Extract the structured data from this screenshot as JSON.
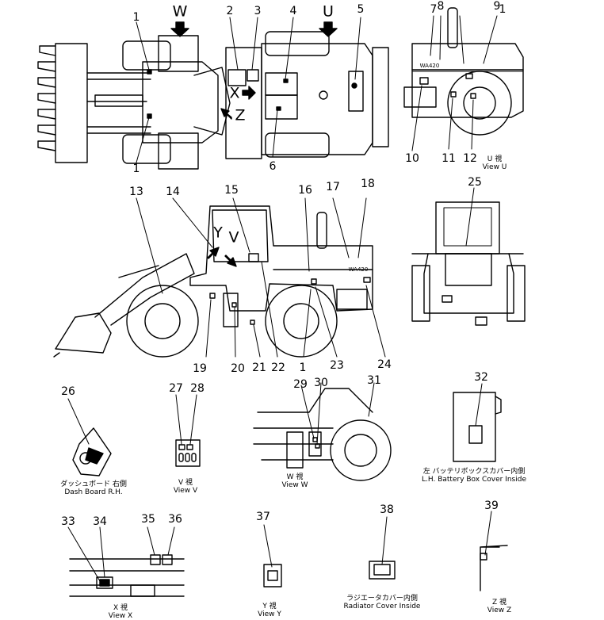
{
  "numbers": {
    "n1a": "1",
    "n1b": "1",
    "n1c": "1",
    "n1d": "1",
    "n2": "2",
    "n3": "3",
    "n4": "4",
    "n5": "5",
    "n6": "6",
    "n7": "7",
    "n8": "8",
    "n9": "9",
    "n10": "10",
    "n11": "11",
    "n12": "12",
    "n13": "13",
    "n14": "14",
    "n15": "15",
    "n16": "16",
    "n17": "17",
    "n18": "18",
    "n19": "19",
    "n20": "20",
    "n21": "21",
    "n22": "22",
    "n23": "23",
    "n24": "24",
    "n25": "25",
    "n26": "26",
    "n27": "27",
    "n28": "28",
    "n29": "29",
    "n30": "30",
    "n31": "31",
    "n32": "32",
    "n33": "33",
    "n34": "34",
    "n35": "35",
    "n36": "36",
    "n37": "37",
    "n38": "38",
    "n39": "39"
  },
  "view_letters": {
    "W": "W",
    "U": "U",
    "X": "X",
    "Z": "Z",
    "Y": "Y",
    "V": "V"
  },
  "model_label": "WA420",
  "captions": {
    "view_u": {
      "ja": "U 視",
      "en": "View U"
    },
    "dash": {
      "ja": "ダッシュボード 右側",
      "en": "Dash Board R.H."
    },
    "view_v": {
      "ja": "V 視",
      "en": "View V"
    },
    "view_w": {
      "ja": "W 視",
      "en": "View W"
    },
    "battery": {
      "ja": "左 バッテリボックスカバー内側",
      "en": "L.H. Battery Box Cover Inside"
    },
    "view_x": {
      "ja": "X 視",
      "en": "View X"
    },
    "view_y": {
      "ja": "Y 視",
      "en": "View Y"
    },
    "radiator": {
      "ja": "ラジエータカバー内側",
      "en": "Radiator Cover Inside"
    },
    "view_z": {
      "ja": "Z 視",
      "en": "View Z"
    }
  }
}
